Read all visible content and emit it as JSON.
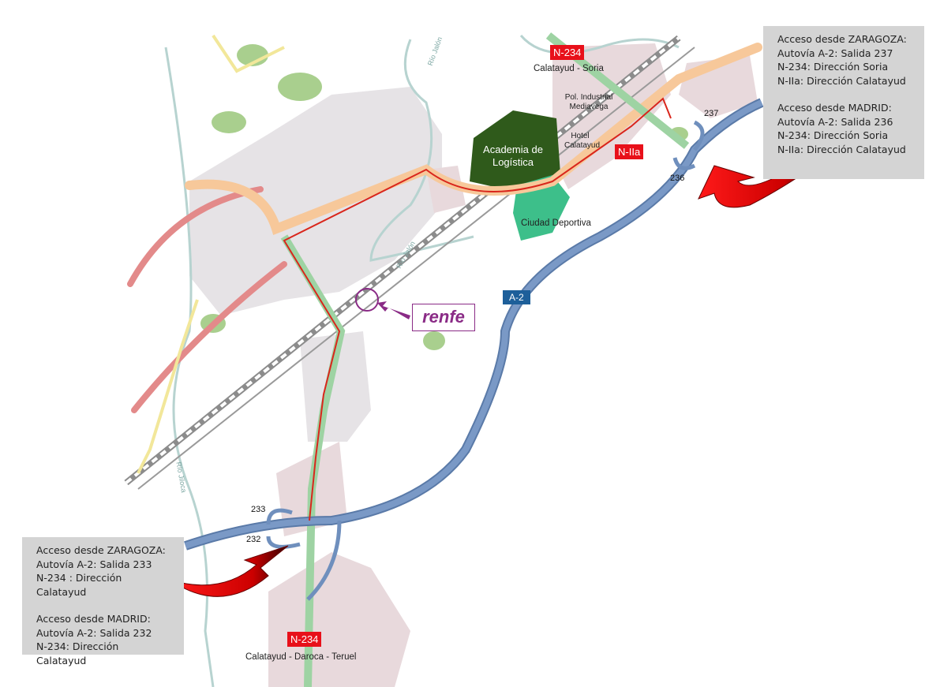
{
  "boxes": {
    "northeast": {
      "zaragoza_title": "Acceso desde ZARAGOZA:",
      "zaragoza_lines": [
        "Autovía A-2: Salida 237",
        "N-234: Dirección Soria",
        "N-IIa: Dirección Calatayud"
      ],
      "madrid_title": "Acceso desde MADRID:",
      "madrid_lines": [
        "Autovía A-2: Salida 236",
        "N-234: Dirección Soria",
        "N-IIa: Dirección Calatayud"
      ]
    },
    "southwest": {
      "zaragoza_title": "Acceso desde ZARAGOZA:",
      "zaragoza_lines": [
        "Autovía A-2: Salida 233",
        "N-234 : Dirección Calatayud"
      ],
      "madrid_title": "Acceso desde MADRID:",
      "madrid_lines": [
        "Autovía A-2: Salida 232",
        "N-234: Dirección Calatayud"
      ]
    }
  },
  "roads": {
    "n234_north": "N-234",
    "n234_north_dest": "Calatayud - Soria",
    "n234_south": "N-234",
    "n234_south_dest": "Calatayud - Daroca - Teruel",
    "n2a": "N-IIa",
    "a2": "A-2"
  },
  "exits": [
    "237",
    "236",
    "233",
    "232"
  ],
  "places": {
    "academia": "Academia de Logística",
    "poligono": "Pol. Industrial Mediavega",
    "hotel": "Hotel Calatayud",
    "ciudad_deportiva": "Ciudad Deportiva",
    "rio_jalon_1": "Río Jalón",
    "rio_jalon_2": "Río Jalón",
    "rio_jiloca": "Río Jiloca"
  },
  "renfe": "renfe",
  "colors": {
    "highway": "#6f8fbd",
    "national": "#9ed3a3",
    "route": "#e23a2a",
    "urban": "#e8d9dc",
    "academia": "#2f5a1b",
    "sports": "#3dbf8a",
    "shield": "#e8101a",
    "renfe": "#8a2b86"
  }
}
